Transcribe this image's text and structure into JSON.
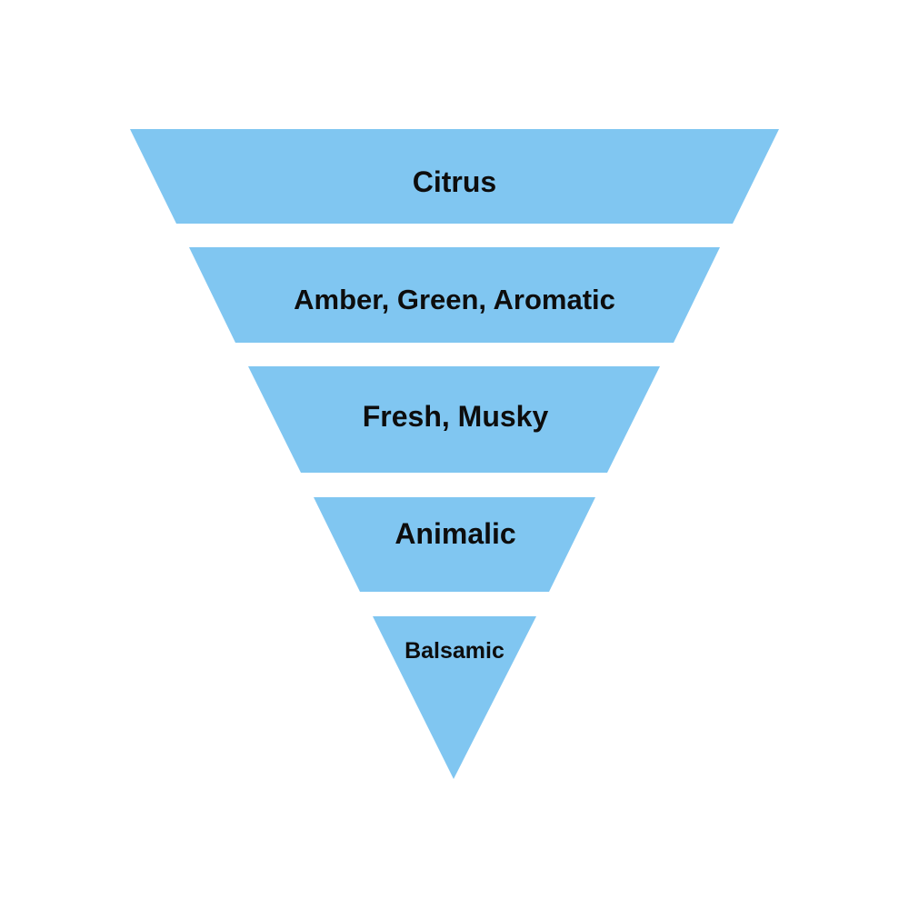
{
  "diagram": {
    "type": "inverted-funnel",
    "fill_color": "#80c6f1",
    "text_color": "#0d0d0d",
    "background": "#ffffff",
    "layers": [
      {
        "label": "Citrus"
      },
      {
        "label": "Amber, Green, Aromatic"
      },
      {
        "label": "Fresh, Musky"
      },
      {
        "label": "Animalic"
      },
      {
        "label": "Balsamic"
      }
    ]
  }
}
